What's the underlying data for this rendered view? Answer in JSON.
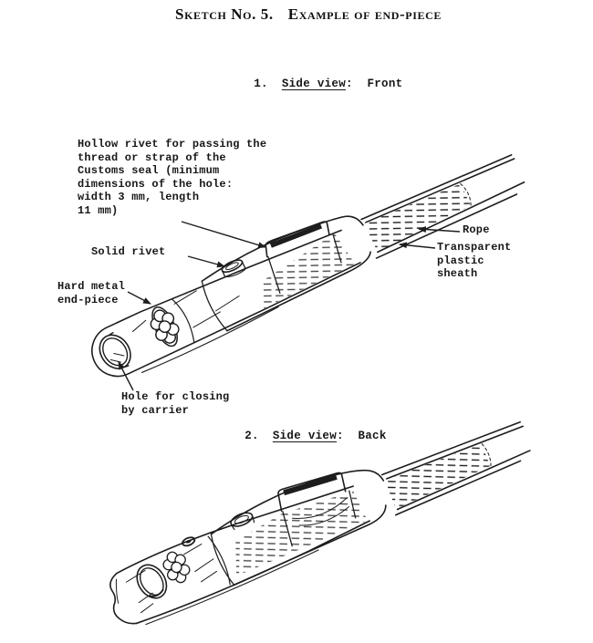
{
  "page": {
    "title": {
      "part1": "Sketch No. 5.",
      "part2": "Example of end-piece"
    },
    "figure1": {
      "heading": {
        "number": "1.",
        "underlined": "Side view",
        "suffix": ":  Front"
      },
      "labels": {
        "hollow_rivet": "Hollow rivet for passing the\nthread or strap of the\nCustoms seal (minimum\ndimensions of the hole:\nwidth 3 mm, length\n11 mm)",
        "solid_rivet": "Solid rivet",
        "hard_metal": "Hard metal\nend-piece",
        "rope": "Rope",
        "sheath": "Transparent\nplastic\nsheath",
        "hole": "Hole for closing\nby carrier"
      }
    },
    "figure2": {
      "heading": {
        "number": "2.",
        "underlined": "Side view",
        "suffix": ":  Back"
      }
    }
  },
  "colors": {
    "ink": "#1d1d1d",
    "paper": "#ffffff"
  }
}
